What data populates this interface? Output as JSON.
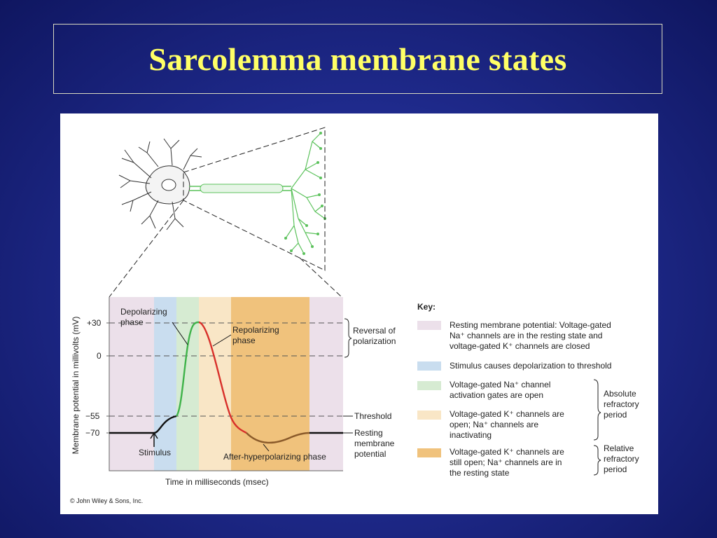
{
  "slide": {
    "title": "Sarcolemma membrane states"
  },
  "figure": {
    "graph": {
      "y_axis_label": "Membrane potential in millivolts (mV)",
      "x_axis_label": "Time in milliseconds (msec)",
      "ticks": [
        "+30",
        "0",
        "−55",
        "−70"
      ],
      "annotations": {
        "depolarizing": [
          "Depolarizing",
          "phase"
        ],
        "repolarizing": [
          "Repolarizing",
          "phase"
        ],
        "stimulus": "Stimulus",
        "after_hyper": "After-hyperpolarizing phase"
      },
      "right_labels": {
        "reversal": [
          "Reversal of",
          "polarization"
        ],
        "threshold": "Threshold",
        "resting": [
          "Resting",
          "membrane",
          "potential"
        ]
      },
      "colors": {
        "resting": "#ece0ea",
        "stimulus": "#c9ddef",
        "na_open": "#d6ebd2",
        "k_open": "#f9e6c6",
        "k_still_open": "#f0c27c",
        "curve_green": "#3fb34a",
        "curve_red": "#d8302a",
        "curve_brown": "#8a5a2a",
        "neuron_green": "#5cc25c"
      }
    },
    "key": {
      "title": "Key:",
      "items": [
        {
          "color": "#ece0ea",
          "lines": [
            "Resting membrane potential: Voltage-gated",
            "Na⁺ channels are in the resting state and",
            "voltage-gated K⁺ channels are closed"
          ]
        },
        {
          "color": "#c9ddef",
          "lines": [
            "Stimulus causes depolarization to threshold"
          ]
        },
        {
          "color": "#d6ebd2",
          "lines": [
            "Voltage-gated Na⁺ channel",
            "activation gates are open"
          ]
        },
        {
          "color": "#f9e6c6",
          "lines": [
            "Voltage-gated K⁺ channels are",
            "open; Na⁺ channels are",
            "inactivating"
          ]
        },
        {
          "color": "#f0c27c",
          "lines": [
            "Voltage-gated K⁺ channels are",
            "still open; Na⁺ channels are in",
            "the resting state"
          ]
        }
      ],
      "brackets": {
        "absolute": [
          "Absolute",
          "refractory",
          "period"
        ],
        "relative": [
          "Relative",
          "refractory",
          "period"
        ]
      }
    },
    "copyright": "© John Wiley & Sons, Inc."
  }
}
